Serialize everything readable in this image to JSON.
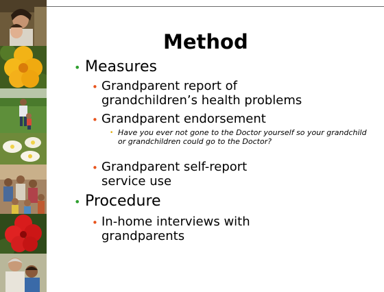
{
  "slide": {
    "title": "Method",
    "bullets": {
      "measures": "Measures",
      "measures_items": [
        "Grandparent report of grandchildren’s health problems",
        "Grandparent endorsement",
        "Grandparent self-report service use"
      ],
      "endorsement_question": "Have you ever not gone to the Doctor yourself so your grandchild or grandchildren could go to the Doctor?",
      "procedure": "Procedure",
      "procedure_items": [
        "In-home interviews with grandparents"
      ]
    }
  },
  "photo_strip": {
    "tiles": [
      {
        "subject": "grandmother-and-child-photo"
      },
      {
        "subject": "yellow-hibiscus-flower-photo"
      },
      {
        "subject": "man-and-child-on-lawn-photo"
      },
      {
        "subject": "white-plumeria-flowers-photo"
      },
      {
        "subject": "family-group-photo"
      },
      {
        "subject": "red-hibiscus-flower-photo"
      },
      {
        "subject": "grandmother-and-grandson-photo"
      }
    ]
  },
  "colors": {
    "level1_bullet": "#2f9f2f",
    "level2_bullet": "#e8541d",
    "level3_bullet": "#e0a800",
    "rule": "#6b6b6b"
  }
}
